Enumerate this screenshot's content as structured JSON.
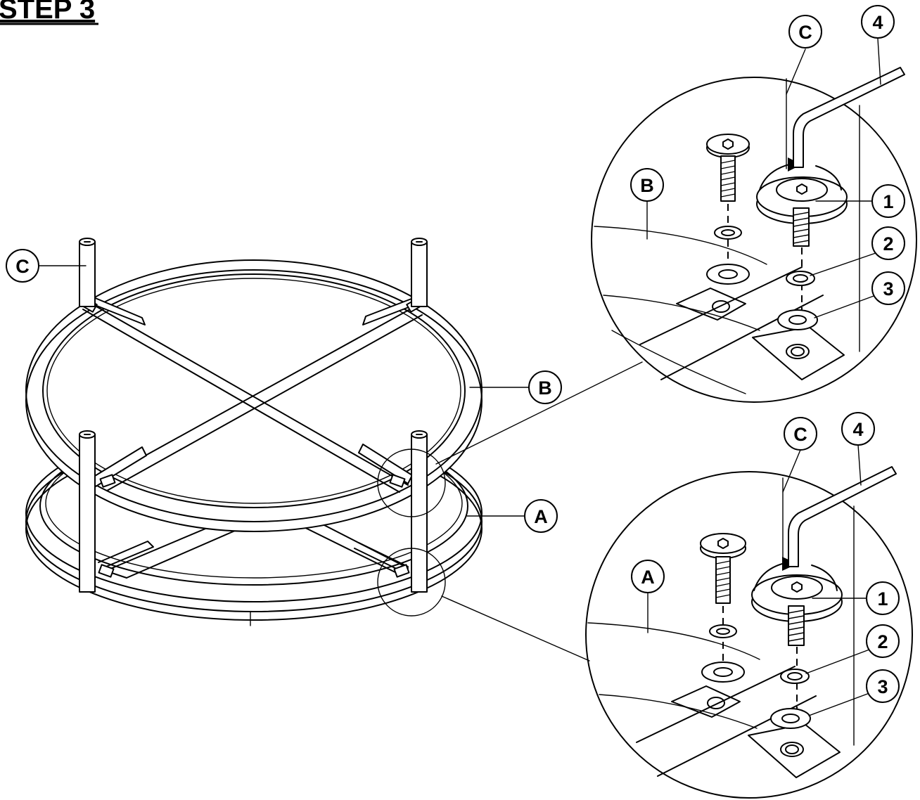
{
  "title": "STEP 3",
  "main_view": {
    "callouts": {
      "leg": "C",
      "top_ring": "B",
      "bottom_ring": "A"
    }
  },
  "detail_top": {
    "callouts": {
      "leg": "C",
      "wrench": "4",
      "ring": "B",
      "bolt": "1",
      "lock_washer": "2",
      "flat_washer": "3"
    }
  },
  "detail_bottom": {
    "callouts": {
      "leg": "C",
      "wrench": "4",
      "ring": "A",
      "bolt": "1",
      "lock_washer": "2",
      "flat_washer": "3"
    }
  }
}
